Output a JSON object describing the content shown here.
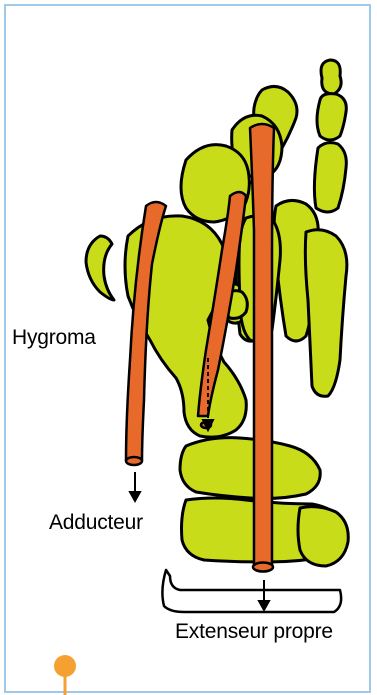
{
  "labels": {
    "hygroma": "Hygroma",
    "adducteur": "Adducteur",
    "extenseur": "Extenseur propre"
  },
  "colors": {
    "bone": "#c8dc1a",
    "tendon": "#e86a2a",
    "outline": "#000000",
    "border": "#9ec9e8",
    "marker": "#f5a030"
  },
  "icons": {
    "marker": "pin-marker-icon"
  }
}
